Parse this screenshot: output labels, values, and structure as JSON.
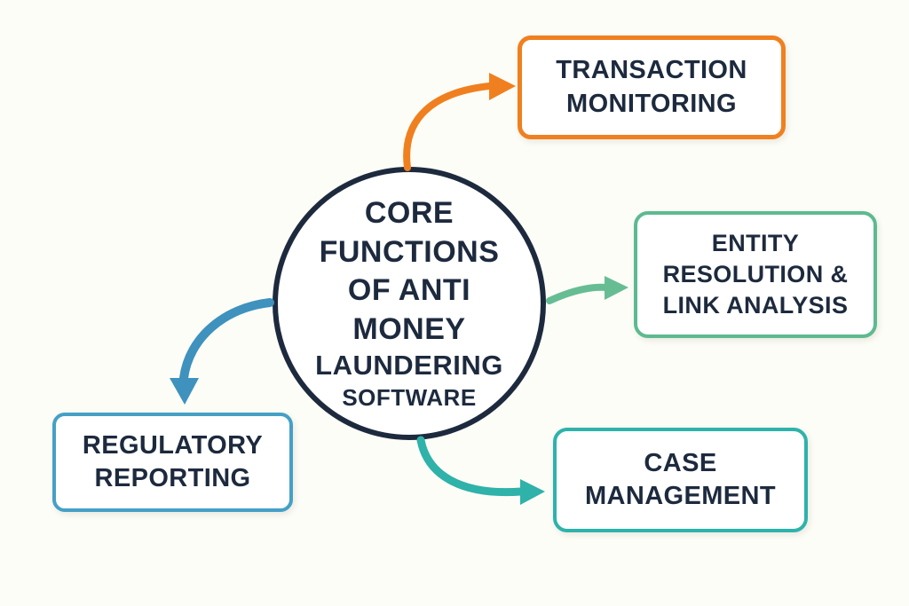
{
  "title": "Core Functions of Anti Money Laundering Software",
  "background_color": "#FDFDF7",
  "center_node": {
    "lines": [
      "CORE",
      "FUNCTIONS",
      "OF ANTI",
      "MONEY",
      "LAUNDERING",
      "SOFTWARE"
    ],
    "text_color": "#1D2A3E",
    "border_color": "#1D2A3E",
    "fill_color": "#FFFFFF"
  },
  "nodes": [
    {
      "id": "transaction-monitoring",
      "lines": [
        "TRANSACTION",
        "MONITORING"
      ],
      "accent_color": "#F0801F"
    },
    {
      "id": "entity-resolution-link-analysis",
      "lines": [
        "ENTITY",
        "RESOLUTION &",
        "LINK ANALYSIS"
      ],
      "accent_color": "#5DBA90"
    },
    {
      "id": "case-management",
      "lines": [
        "CASE",
        "MANAGEMENT"
      ],
      "accent_color": "#2EB3AB"
    },
    {
      "id": "regulatory-reporting",
      "lines": [
        "REGULATORY",
        "REPORTING"
      ],
      "accent_color": "#45A0C6"
    }
  ],
  "connectors": [
    {
      "from": "center",
      "to": "transaction-monitoring",
      "color": "#F0801F",
      "direction": "up-right"
    },
    {
      "from": "center",
      "to": "entity-resolution-link-analysis",
      "color": "#66BD94",
      "direction": "right"
    },
    {
      "from": "center",
      "to": "case-management",
      "color": "#2EB2A9",
      "direction": "down-right"
    },
    {
      "from": "center",
      "to": "regulatory-reporting",
      "color": "#3E92BD",
      "direction": "down-left"
    }
  ]
}
